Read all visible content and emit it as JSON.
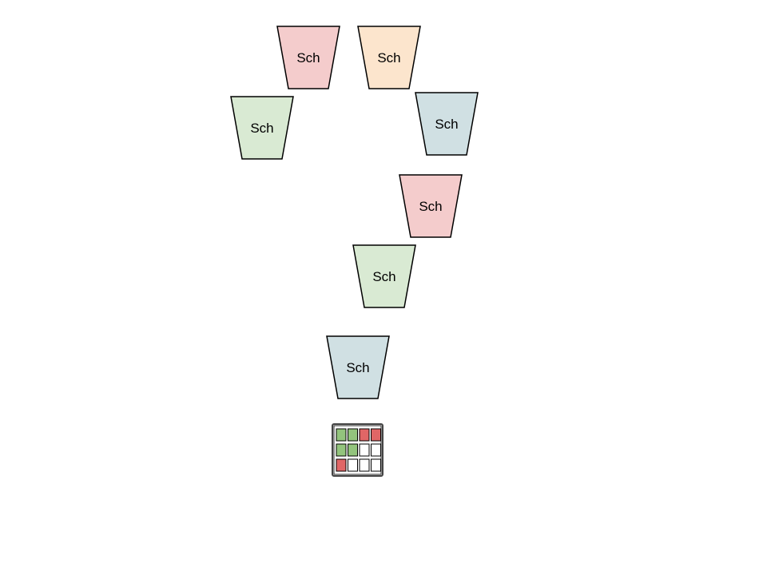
{
  "buckets": [
    {
      "label": "Sch",
      "fill": "#f4cccc"
    },
    {
      "label": "Sch",
      "fill": "#fce5cd"
    },
    {
      "label": "Sch",
      "fill": "#d9ead3"
    },
    {
      "label": "Sch",
      "fill": "#d0e0e3"
    },
    {
      "label": "Sch",
      "fill": "#f4cccc"
    },
    {
      "label": "Sch",
      "fill": "#d9ead3"
    },
    {
      "label": "Sch",
      "fill": "#d0e0e3"
    }
  ],
  "grid": {
    "rows": [
      [
        "#93c47d",
        "#93c47d",
        "#e06666",
        "#e06666"
      ],
      [
        "#93c47d",
        "#93c47d",
        "#ffffff",
        "#ffffff"
      ],
      [
        "#e06666",
        "#ffffff",
        "#ffffff",
        "#ffffff"
      ]
    ],
    "border_color": "#000000",
    "frame_color": "#444444"
  }
}
